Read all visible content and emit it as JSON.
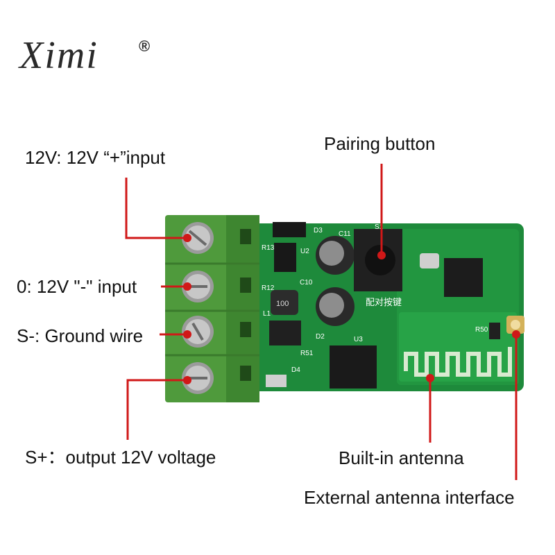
{
  "logo": {
    "text": "Ximi",
    "registered": "®"
  },
  "labels": {
    "pos_input": "12V: 12V “+”input",
    "neg_input": "0: 12V \"-\" input",
    "ground": "S-: Ground wire",
    "output": "S+：output 12V voltage",
    "pairing": "Pairing button",
    "antenna": "Built-in antenna",
    "ext_antenna": "External antenna interface"
  },
  "board": {
    "components": {
      "d3": "D3",
      "u2": "U2",
      "c11": "C11",
      "s1": "S1",
      "c10": "C10",
      "r13": "R13",
      "r12": "R12",
      "l1": "L1",
      "inductor": "100",
      "d2": "D2",
      "r51": "R51",
      "d4": "D4",
      "u3": "U3",
      "r50": "R50",
      "chinese": "配对按键"
    }
  },
  "colors": {
    "terminal": "#4f9a3c",
    "pcb": "#1f8a3c",
    "pcb_light": "#2fa04d",
    "leader": "#d01818",
    "text": "#111111"
  }
}
